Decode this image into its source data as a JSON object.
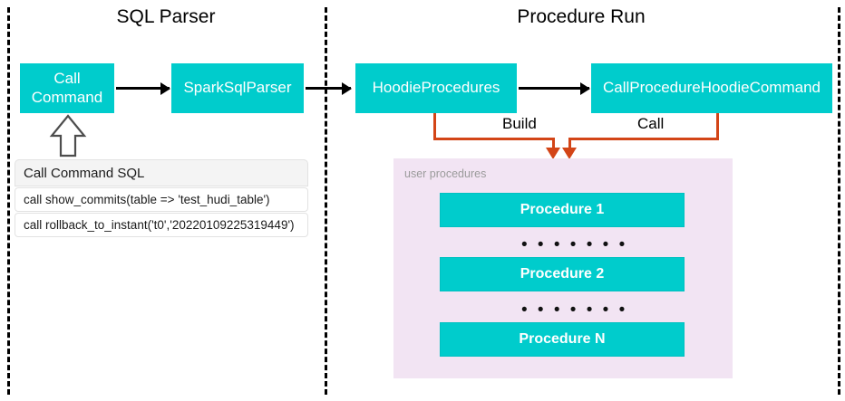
{
  "sections": [
    {
      "title": "SQL Parser"
    },
    {
      "title": "Procedure Run"
    }
  ],
  "colors": {
    "teal": "#00CCCC",
    "orange": "#D34517",
    "purple_panel": "#F2E4F3",
    "arrow_black": "#000000",
    "caption_gray": "#9b9b9b"
  },
  "parser_flow": {
    "nodes": [
      {
        "label": "Call\nCommand"
      },
      {
        "label": "SparkSqlParser"
      }
    ]
  },
  "procedure_flow": {
    "nodes": [
      {
        "label": "HoodieProcedures"
      },
      {
        "label": "CallProcedureHoodieCommand"
      }
    ],
    "edge_labels": [
      {
        "label": "Build"
      },
      {
        "label": "Call"
      }
    ]
  },
  "sql_table": {
    "header": "Call Command SQL",
    "rows": [
      "call show_commits(table => 'test_hudi_table')",
      "call rollback_to_instant('t0','20220109225319449')"
    ]
  },
  "user_procedures": {
    "caption": "user procedures",
    "items": [
      {
        "label": "Procedure 1"
      },
      {
        "label": "Procedure 2"
      },
      {
        "label": "Procedure N"
      }
    ],
    "separators": [
      {
        "label": "• • • • • • •"
      },
      {
        "label": "• • • • • • •"
      }
    ]
  }
}
